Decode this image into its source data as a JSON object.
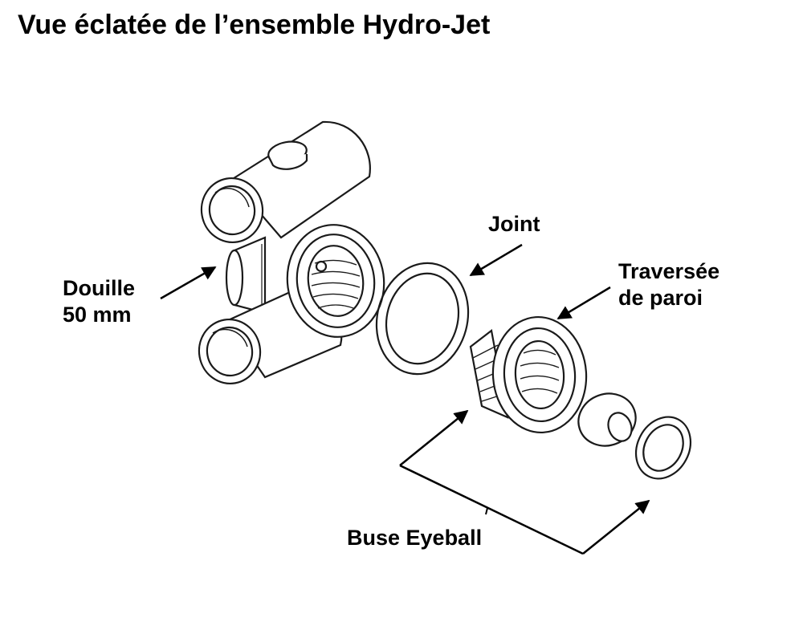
{
  "title": "Vue éclatée de l’ensemble Hydro-Jet",
  "labels": {
    "joint": "Joint",
    "traversee": [
      "Traversée",
      "de paroi"
    ],
    "douille": [
      "Douille",
      "50 mm"
    ],
    "buse": "Buse Eyeball"
  },
  "colors": {
    "ink": "#000000",
    "paper": "#ffffff",
    "part_stroke": "#1a1a1a"
  }
}
